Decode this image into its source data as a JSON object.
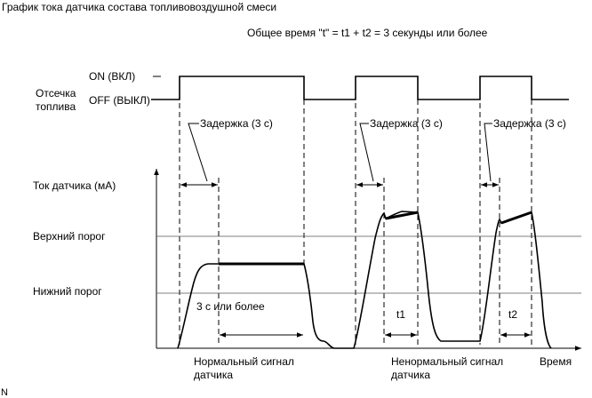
{
  "title": "График тока датчика состава топливовоздушной смеси",
  "total_time": "Общее время \"t\" = t1 + t2 = 3 секунды или более",
  "fuel_cut": {
    "label_line1": "Отсечка",
    "label_line2": "топлива",
    "on_label": "ON (ВКЛ)",
    "off_label": "OFF (ВЫКЛ)"
  },
  "delays": [
    {
      "label": "Задержка (3 с)"
    },
    {
      "label": "Задержка (3 с)"
    },
    {
      "label": "Задержка (3 с)"
    }
  ],
  "sensor_current_label": "Ток датчика (мА)",
  "upper_threshold": "Верхний порог",
  "lower_threshold": "Нижний порог",
  "three_sec_or_more": "3 с или более",
  "t1_label": "t1",
  "t2_label": "t2",
  "normal_signal": {
    "line1": "Нормальный сигнал",
    "line2": "датчика"
  },
  "abnormal_signal": {
    "line1": "Ненормальный сигнал",
    "line2": "датчика"
  },
  "time_label": "Время",
  "corner_mark": "N"
}
